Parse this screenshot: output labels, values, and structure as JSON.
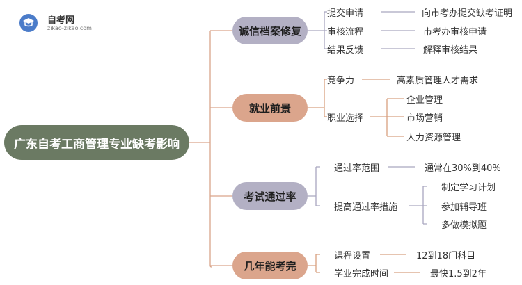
{
  "logo": {
    "name": "自考网",
    "url": "zikao-zikao.com"
  },
  "root": "广东自考工商管理专业缺考影响",
  "branches": [
    {
      "label": "诚信档案修复",
      "children": [
        {
          "label": "提交申请",
          "detail": "向市考办提交缺考证明"
        },
        {
          "label": "审核流程",
          "detail": "市考办审核申请"
        },
        {
          "label": "结果反馈",
          "detail": "解释审核结果"
        }
      ]
    },
    {
      "label": "就业前景",
      "children": [
        {
          "label": "竞争力",
          "detail": "高素质管理人才需求"
        },
        {
          "label": "职业选择",
          "details": [
            "企业管理",
            "市场营销",
            "人力资源管理"
          ]
        }
      ]
    },
    {
      "label": "考试通过率",
      "children": [
        {
          "label": "通过率范围",
          "detail": "通常在30%到40%"
        },
        {
          "label": "提高通过率措施",
          "details": [
            "制定学习计划",
            "参加辅导班",
            "多做模拟题"
          ]
        }
      ]
    },
    {
      "label": "几年能考完",
      "children": [
        {
          "label": "课程设置",
          "detail": "12到18门科目"
        },
        {
          "label": "学业完成时间",
          "detail": "最快1.5到2年"
        }
      ]
    }
  ],
  "colors": {
    "root": "#6b7a63",
    "branch_purple": "#b3b0c4",
    "branch_orange": "#dba58c",
    "line_root": "#d9a58a",
    "line_purple": "#a9a6bf",
    "line_orange": "#d8a080",
    "logo": "#4b7cc9"
  }
}
